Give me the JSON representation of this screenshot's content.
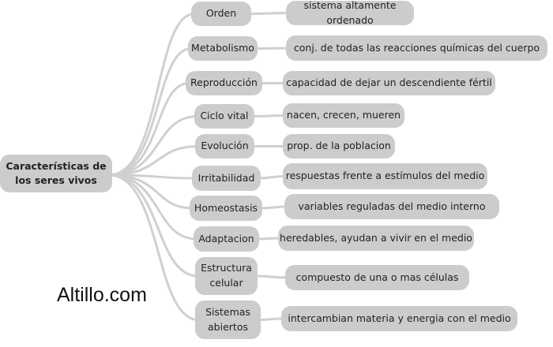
{
  "root": {
    "label_line1": "Características de",
    "label_line2": "los seres vivos"
  },
  "branches": [
    {
      "label": "Orden",
      "detail": "sistema altamente ordenado"
    },
    {
      "label": "Metabolismo",
      "detail": "conj. de todas las reacciones químicas del cuerpo"
    },
    {
      "label": "Reproducción",
      "detail": "capacidad de dejar un descendiente fértil"
    },
    {
      "label": "Ciclo vital",
      "detail": "nacen, crecen, mueren"
    },
    {
      "label": "Evolución",
      "detail": "prop. de la poblacion"
    },
    {
      "label": "Irritabilidad",
      "detail": "respuestas frente a estímulos del medio"
    },
    {
      "label": "Homeostasis",
      "detail": "variables reguladas del medio interno"
    },
    {
      "label": "Adaptacion",
      "detail": "heredables, ayudan a vivir en el medio"
    },
    {
      "label_line1": "Estructura",
      "label_line2": "celular",
      "detail": "compuesto de una o mas células"
    },
    {
      "label_line1": "Sistemas",
      "label_line2": "abiertos",
      "detail": "intercambian materia y energia con el medio"
    }
  ],
  "watermark": "Altillo.com",
  "colors": {
    "node": "#cccccc",
    "link": "#d0d0d0",
    "text": "#222222"
  }
}
